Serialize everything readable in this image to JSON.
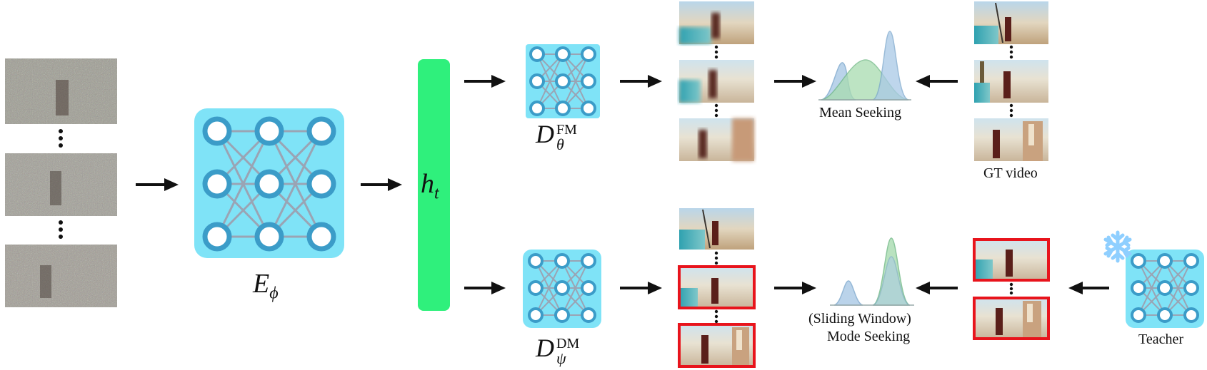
{
  "labels": {
    "encoder": "E",
    "encoder_sub": "ϕ",
    "hidden": "h",
    "hidden_sub": "t",
    "decoder_fm": "D",
    "decoder_fm_sup": "FM",
    "decoder_fm_sub": "θ",
    "decoder_dm": "D",
    "decoder_dm_sup": "DM",
    "decoder_dm_sub": "ψ",
    "mean_seeking": "Mean Seeking",
    "gt_video": "GT video",
    "mode_seeking_line1": "(Sliding Window)",
    "mode_seeking_line2": "Mode Seeking",
    "teacher": "Teacher"
  },
  "icons": [
    "noisy-video-frames",
    "neural-network-icon",
    "snowflake-icon",
    "distribution-curve-icon"
  ],
  "colors": {
    "network_bg": "#7fe3f7",
    "network_node": "#3b9cc8",
    "network_edge": "#9aa4b4",
    "hidden_bar": "#2ff07c",
    "highlight_frame": "#e8141c",
    "mean_dist_blue": "#a9c9e6",
    "mean_dist_green": "#a8dcb0",
    "snowflake": "#8fcfff"
  }
}
